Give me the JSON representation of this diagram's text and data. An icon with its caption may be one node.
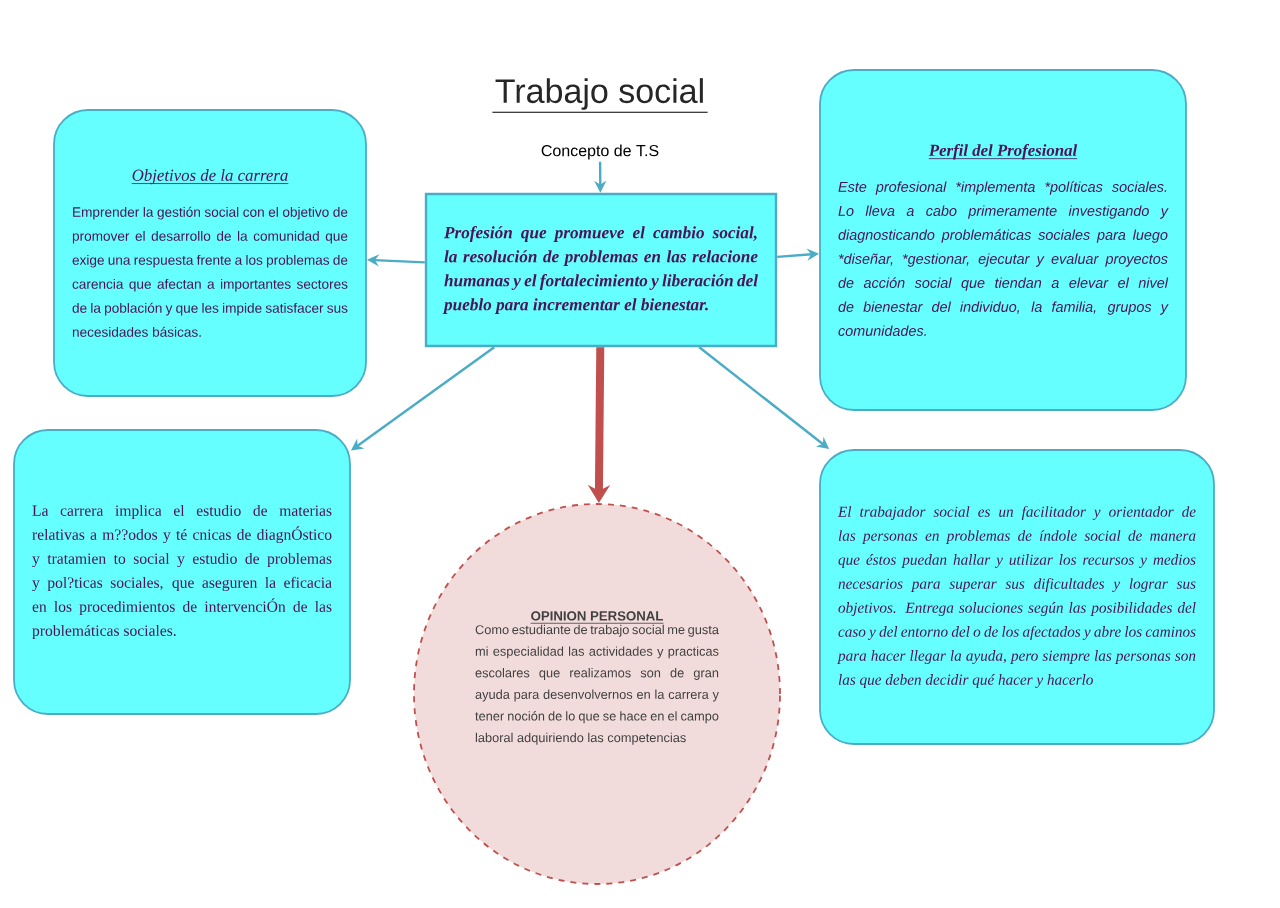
{
  "diagram": {
    "title": "Trabajo social",
    "nodes": [
      {
        "text": [
          "Concepto de T.S"
        ]
      },
      {
        "text": [
          "Profesión que promueve el cambio social, la resolución de problemas en las relacione humanas y el fortalecimiento y liberación del pueblo para incrementar el bienestar."
        ]
      },
      {
        "text": [
          "Objetivos de la carrera",
          "Emprender la gestión social con el objetivo de promover el desarrollo de la comunidad que exige una respuesta frente a los problemas de carencia que afectan a importantes sectores de la población y que les impide satisfacer sus necesidades básicas."
        ]
      },
      {
        "text": [
          "Perfil del Profesional",
          "Este profesional *implementa *políticas sociales. Lo lleva a cabo primeramente investigando y diagnosticando problemáticas sociales para luego *diseñar, *gestionar, ejecutar y evaluar proyectos de acción social que tiendan a elevar el nivel de bienestar del individuo, la familia, grupos y comunidades."
        ]
      },
      {
        "text": [
          "La carrera implica el estudio de materias relativas a m??odos y té cnicas de diagnÓstico y tratamien to social y estudio de problemas y pol?ticas sociales, que aseguren la eficacia en los procedimientos de intervenciÓn de las problemáticas sociales."
        ]
      },
      {
        "text": [
          "OPINION PERSONAL",
          "Como estudiante de trabajo social me gusta mi especialidad las actividades y practicas escolares que realizamos son de gran ayuda para desenvolvernos en la carrera y tener noción de lo que se hace en el campo laboral adquiriendo las competencias"
        ]
      },
      {
        "text": [
          "El trabajador social es un facilitador y orientador de las personas en problemas de índole social de manera que éstos puedan hallar y utilizar los recursos y medios necesarios para superar sus dificultades y lograr sus objetivos. Entrega soluciones según las posibilidades del caso y del entorno del o de los afectados y abre los caminos para hacer llegar la ayuda, pero siempre las personas son las que deben decidir qué hacer y hacerlo"
        ]
      }
    ],
    "edges": [
      {
        "from": 0,
        "to": 1,
        "arrow": "to"
      },
      {
        "from": 1,
        "to": 2,
        "arrow": "to"
      },
      {
        "from": 1,
        "to": 3,
        "arrow": "to"
      },
      {
        "from": 1,
        "to": 4,
        "arrow": "to"
      },
      {
        "from": 1,
        "to": 5,
        "arrow": "to",
        "style": "thick",
        "color": "#c0504d"
      },
      {
        "from": 1,
        "to": 6,
        "arrow": "to"
      }
    ]
  }
}
